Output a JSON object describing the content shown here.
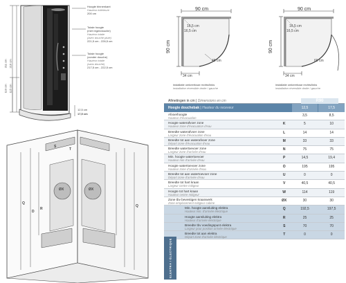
{
  "shower_labels": {
    "bath_height": "Hoogte binnenkant",
    "bath_height_fr": "Hauteur intérieure",
    "bath_height_val": "200 cm",
    "total_height": "Totale hoogte",
    "total_height_2": "(met regendouche)",
    "total_height_fr": "Hauteur totale",
    "total_height_fr2": "(avec douche pluie)",
    "total_height_val": "221,5 cm - 226,5 cm",
    "total_no": "Totale hoogte",
    "total_no_2": "(zonder douche)",
    "total_no_fr": "Hauteur totale",
    "total_no_fr2": "(sans douche)",
    "total_no_val": "217,5 cm - 222,5 cm",
    "dim_a": "211 cm",
    "dim_b": "216 cm",
    "dim_c": "110 cm",
    "dim_d": "115 cm",
    "base_a": "12,5 cm",
    "base_b": "17,5 cm"
  },
  "plan_left": {
    "width": "90 cm",
    "height": "90 cm",
    "inner_a": "16,5 cm",
    "inner_b": "16,5 cm",
    "door": "48 cm",
    "bottom": "34 cm",
    "caption1": "installatie omkeerbaar rechts/links",
    "caption2": "installation réversible droite / gauche"
  },
  "plan_right": {
    "width": "90 cm",
    "height": "90 cm",
    "inner_a": "16,5 cm",
    "inner_b": "16,5 cm",
    "door": "69 cm",
    "bottom": "34 cm",
    "caption1": "installatie omkeerbaar rechts/links",
    "caption2": "installation réversible droite / gauche"
  },
  "wall_labels": [
    "Q",
    "R",
    "S",
    "T",
    "D",
    "Q",
    "ØX",
    "ØX"
  ],
  "table": {
    "title_nl": "Afmetingen in cm",
    "title_fr": "Dimensions en cm",
    "model": "R90",
    "header_nl": "Hoogte douchebak",
    "header_fr": "Hauteur du receveur",
    "col1": "12,5",
    "col2": "17,5",
    "rows": [
      {
        "nl": "Afvoerhoogte",
        "fr": "Hauteur d'évacuation",
        "code": "",
        "v1": "3,5",
        "v2": "8,5"
      },
      {
        "nl": "Hoogte waterafvoer zone",
        "fr": "Hauteur zone d'évacuation d'eau",
        "code": "K",
        "v1": "5",
        "v2": "10"
      },
      {
        "nl": "Breedte waterafvoer zone",
        "fr": "Largeur zone d'évacuation d'eau",
        "code": "L",
        "v1": "14",
        "v2": "14"
      },
      {
        "nl": "Breedte tot aan waterafvoer zone",
        "fr": "Départ zone d'évacuation d'eau",
        "code": "M",
        "v1": "33",
        "v2": "33"
      },
      {
        "nl": "Breedte watertoevoer zone",
        "fr": "Largeur zone d'arrivée d'eau",
        "code": "N",
        "v1": "75",
        "v2": "75"
      },
      {
        "nl": "Min. hoogte watertoevoer",
        "fr": "Hauteur min d'arrivée d'eau",
        "code": "P",
        "v1": "14,5",
        "v2": "19,4"
      },
      {
        "nl": "Hoogte watertoevoer zone",
        "fr": "Hauteur zone d'arrivée d'eau",
        "code": "O",
        "v1": "195",
        "v2": "195"
      },
      {
        "nl": "Breedte tot aan watertoevoer zone",
        "fr": "Départ zone d'arrivée d'eau",
        "code": "U",
        "v1": "0",
        "v2": "0"
      },
      {
        "nl": "Breedte tot hart kraan",
        "fr": "Largeur centre mitigeur",
        "code": "V",
        "v1": "40,5",
        "v2": "40,5"
      },
      {
        "nl": "Hoogte tot hart kraan",
        "fr": "Hauteur centre mitigeur",
        "code": "W",
        "v1": "114",
        "v2": "119"
      },
      {
        "nl": "Zone tbv bevestigen kraanwerk",
        "fr": "Zone emplacement mitigeur cabine",
        "code": "ØX",
        "v1": "30",
        "v2": "30"
      },
      {
        "nl": "Min. hoogte aansluiting elektra",
        "fr": "Hauteur min. d'arrivée électrique",
        "code": "Q",
        "v1": "192,5",
        "v2": "197,5"
      },
      {
        "nl": "Hoogte aansluiting elektra",
        "fr": "Hauteur d'arrivée électrique",
        "code": "R",
        "v1": "25",
        "v2": "25"
      },
      {
        "nl": "Breedte tbv voedingspunt elektra",
        "fr": "Largeur pour position arrivée électrique",
        "code": "S",
        "v1": "70",
        "v2": "70"
      },
      {
        "nl": "Breedte tot aan elektra",
        "fr": "Départ zone d'arrivée électrique",
        "code": "T",
        "v1": "0",
        "v2": "0"
      }
    ],
    "elec_tag": "ELEKTRA / ÉLECTRIQUE"
  }
}
